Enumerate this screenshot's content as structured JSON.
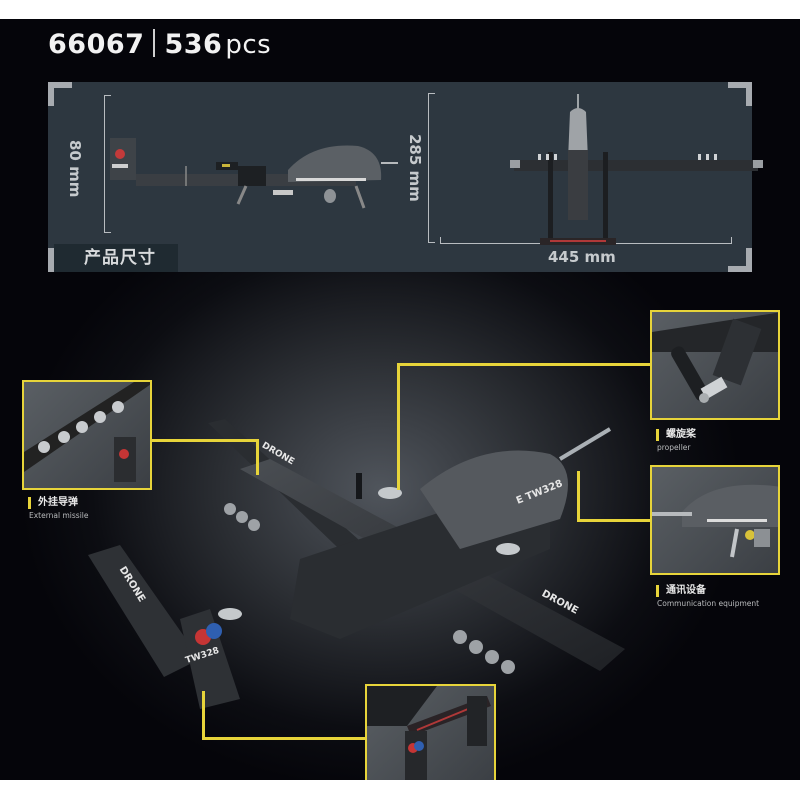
{
  "header": {
    "model_number": "66067",
    "piece_count": "536",
    "piece_unit": "pcs"
  },
  "dimensions_panel": {
    "label": "产品尺寸",
    "height_side": "80 mm",
    "height_top": "285 mm",
    "width_top": "445 mm",
    "panel_color": "#2d3740"
  },
  "product": {
    "markings": [
      "DRONE",
      "TW328",
      "E TW328"
    ],
    "accent_color": "#e7d43a"
  },
  "callouts": [
    {
      "id": "external-missile",
      "zh": "外挂导弹",
      "en": "External missile"
    },
    {
      "id": "propeller",
      "zh": "螺旋桨",
      "en": "propeller"
    },
    {
      "id": "communication-equipment",
      "zh": "通讯设备",
      "en": "Communication equipment"
    },
    {
      "id": "tail-detail",
      "zh": "",
      "en": ""
    }
  ]
}
